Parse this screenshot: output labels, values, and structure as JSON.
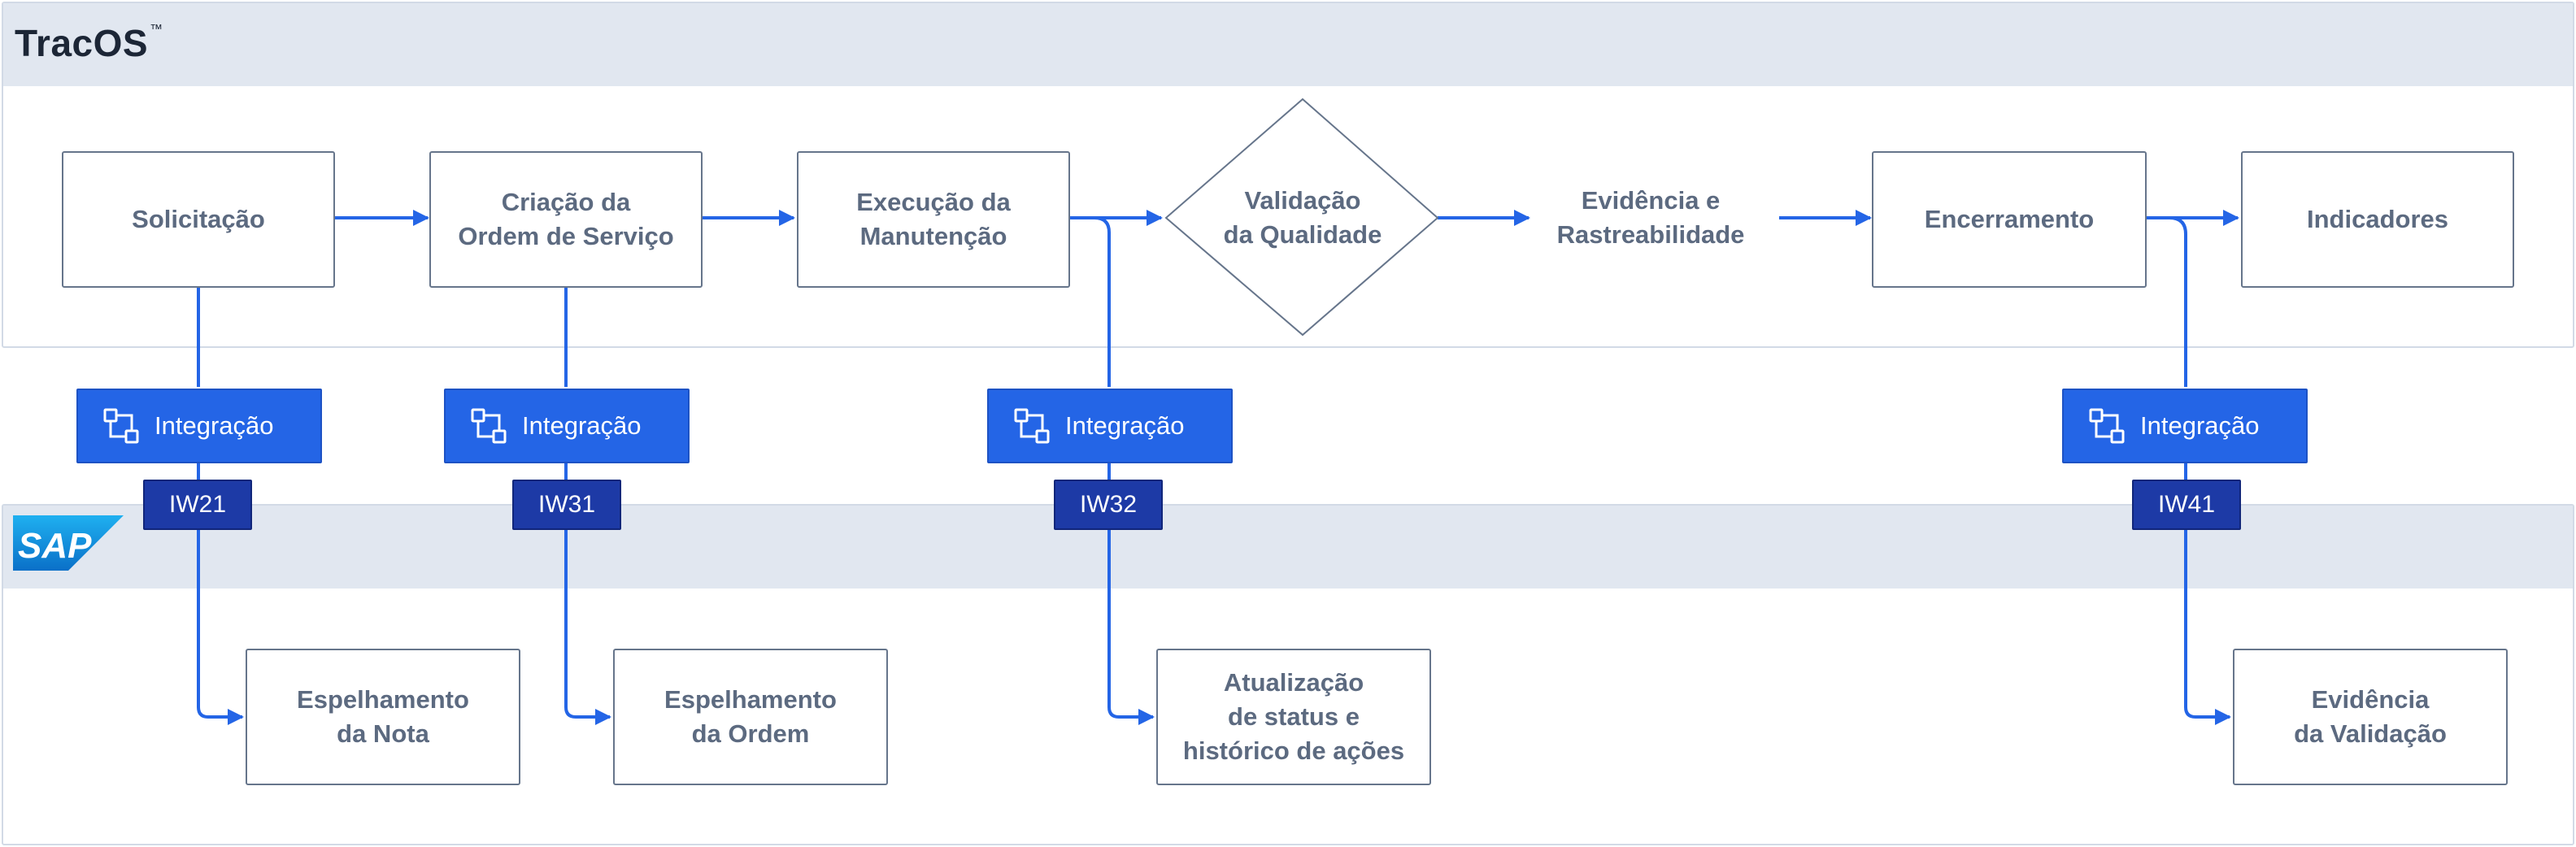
{
  "tracos": {
    "name": "TracOS",
    "tm": "™"
  },
  "sap": {
    "name": "SAP"
  },
  "colors": {
    "accent": "#2465e6",
    "tag": "#1d3aa6",
    "lane_header": "#e1e7f0",
    "box_border": "#66758b",
    "text": "#5c6a80"
  },
  "flow": {
    "solicitacao": "Solicitação",
    "criacao": "Criação da\nOrdem de Serviço",
    "execucao": "Execução da\nManutenção",
    "validacao": "Validação\nda Qualidade",
    "evidencia": "Evidência e\nRastreabilidade",
    "encerramento": "Encerramento",
    "indicadores": "Indicadores"
  },
  "integrations": [
    {
      "label": "Integração",
      "icon": "integration-icon",
      "tag": "IW21"
    },
    {
      "label": "Integração",
      "icon": "integration-icon",
      "tag": "IW31"
    },
    {
      "label": "Integração",
      "icon": "integration-icon",
      "tag": "IW32"
    },
    {
      "label": "Integração",
      "icon": "integration-icon",
      "tag": "IW41"
    }
  ],
  "sap_boxes": {
    "espelhamento_nota": "Espelhamento\nda Nota",
    "espelhamento_ordem": "Espelhamento\nda Ordem",
    "atualizacao": "Atualização\nde status e\nhistórico de ações",
    "evidencia_validacao": "Evidência\nda Validação"
  }
}
